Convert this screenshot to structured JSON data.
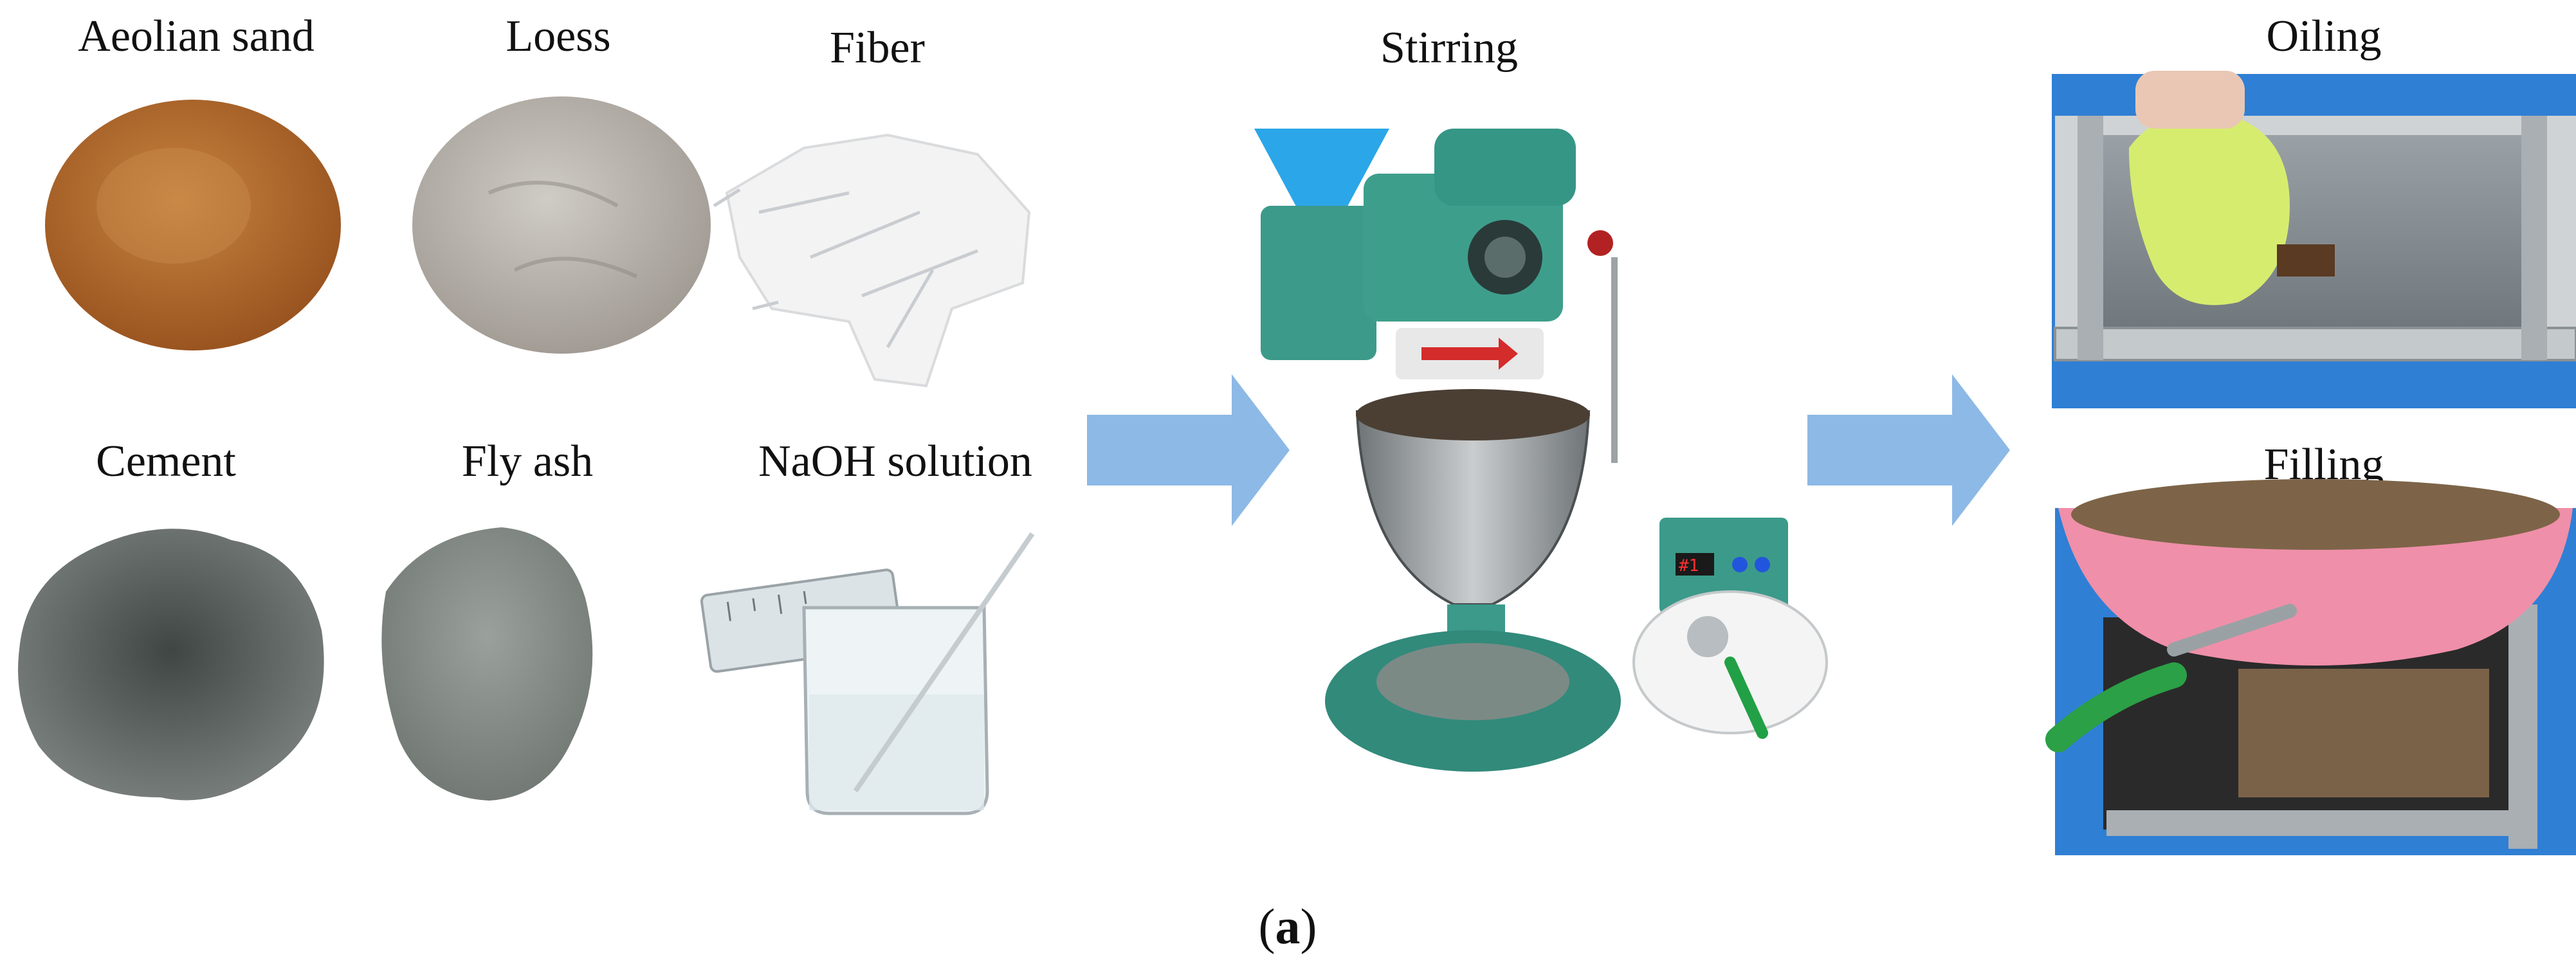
{
  "materials": [
    {
      "label": "Aeolian sand",
      "color": "#b26b2e"
    },
    {
      "label": "Loess",
      "color": "#b9b4ae"
    },
    {
      "label": "Fiber",
      "color": "#f1f1f1"
    },
    {
      "label": "Cement",
      "color": "#5b625f"
    },
    {
      "label": "Fly ash",
      "color": "#8a918c"
    },
    {
      "label": "NaOH solution",
      "color": "#dfe8ec"
    }
  ],
  "process": {
    "stirring_label": "Stirring",
    "oiling_label": "Oiling",
    "filling_label": "Filling"
  },
  "arrow_color": "#8db9e6",
  "caption": {
    "open": "(",
    "letter": "a",
    "close": ")"
  }
}
